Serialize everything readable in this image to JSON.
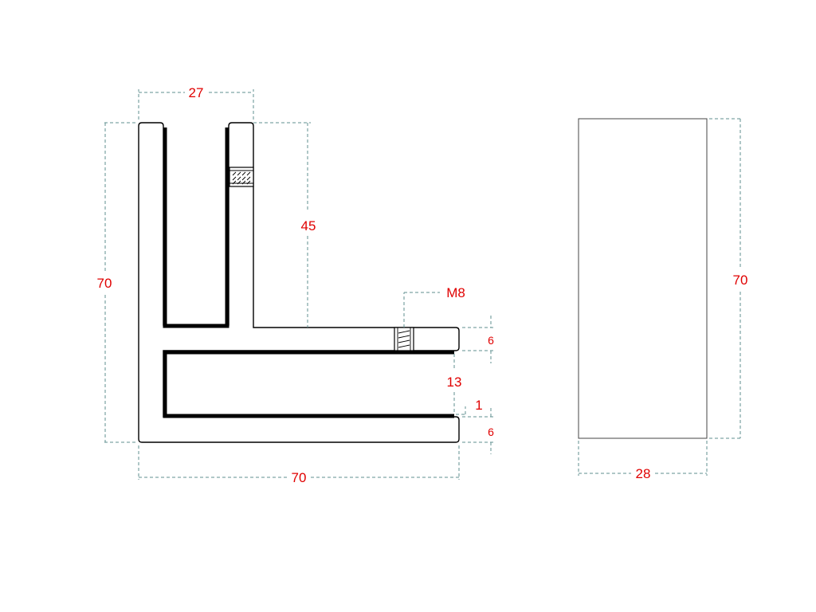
{
  "drawing": {
    "front_view": {
      "dims": {
        "top_width": "27",
        "slot_depth": "45",
        "height": "70",
        "thread": "M8",
        "flange_thickness": "6",
        "slot_gap": "13",
        "lip": "1",
        "bottom_thickness": "6",
        "total_width": "70"
      }
    },
    "side_view": {
      "dims": {
        "height": "70",
        "width": "28"
      }
    },
    "colors": {
      "dimension_text": "#e00000",
      "dimension_line": "#5f8f8f",
      "outline": "#000000"
    }
  }
}
